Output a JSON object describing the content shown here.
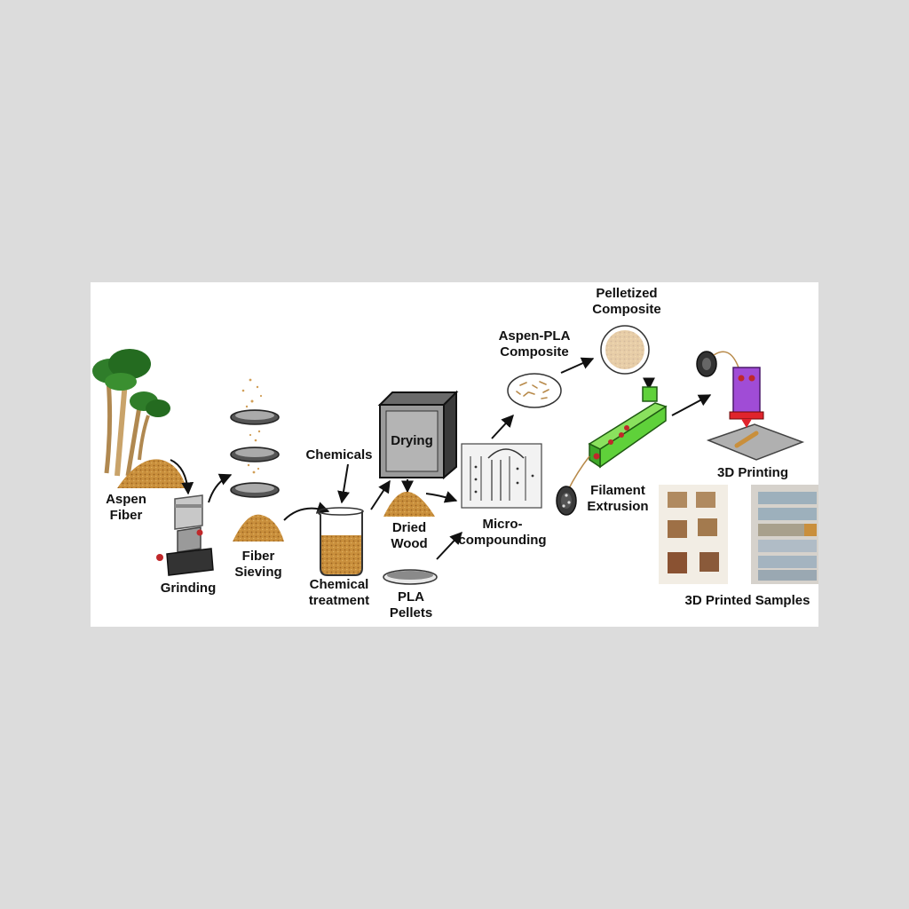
{
  "colors": {
    "page_background": "#dcdcdc",
    "panel_background": "#ffffff",
    "wood_powder": "#c98f3c",
    "tree_foliage": "#2f7d2a",
    "extruder_green": "#5fd13a",
    "printer_purple": "#a04cd6",
    "nozzle_red": "#e0242c"
  },
  "labels": {
    "aspen_fiber": [
      "Aspen",
      "Fiber"
    ],
    "grinding": "Grinding",
    "fiber_sieving": [
      "Fiber",
      "Sieving"
    ],
    "chemicals": "Chemicals",
    "chemical_treatment": [
      "Chemical",
      "treatment"
    ],
    "drying": "Drying",
    "dried_wood": [
      "Dried",
      "Wood"
    ],
    "pla_pellets": [
      "PLA",
      "Pellets"
    ],
    "micro_compounding": [
      "Micro-",
      "compounding"
    ],
    "aspen_pla_composite": [
      "Aspen-PLA",
      "Composite"
    ],
    "pelletized_composite": [
      "Pelletized",
      "Composite"
    ],
    "filament_extrusion": [
      "Filament",
      "Extrusion"
    ],
    "printing_3d": "3D Printing",
    "printed_samples": "3D Printed Samples"
  },
  "icons": [
    "tree-icon",
    "grinder-icon",
    "sieve-icon",
    "beaker-icon",
    "oven-icon",
    "wood-pile-icon",
    "petri-dish-icon",
    "microcompounder-icon",
    "extruder-icon",
    "filament-spool-icon",
    "printer-icon",
    "samples-photo"
  ]
}
